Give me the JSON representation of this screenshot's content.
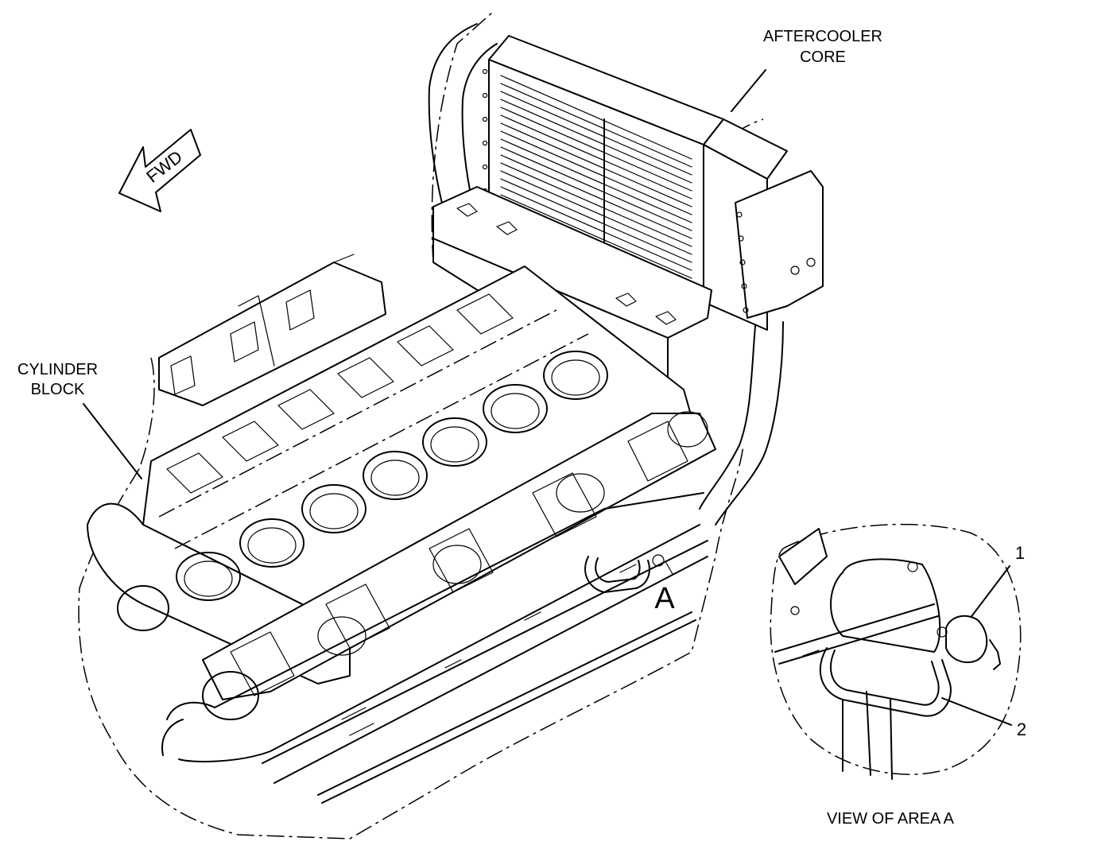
{
  "labels": {
    "aftercooler_line1": "AFTERCOOLER",
    "aftercooler_line2": "CORE",
    "cylinder_line1": "CYLINDER",
    "cylinder_line2": "BLOCK",
    "fwd": "FWD",
    "area_a": "A",
    "callout_1": "1",
    "callout_2": "2",
    "view_caption": "VIEW OF AREA A"
  },
  "colors": {
    "line": "#000000",
    "background": "#ffffff"
  }
}
